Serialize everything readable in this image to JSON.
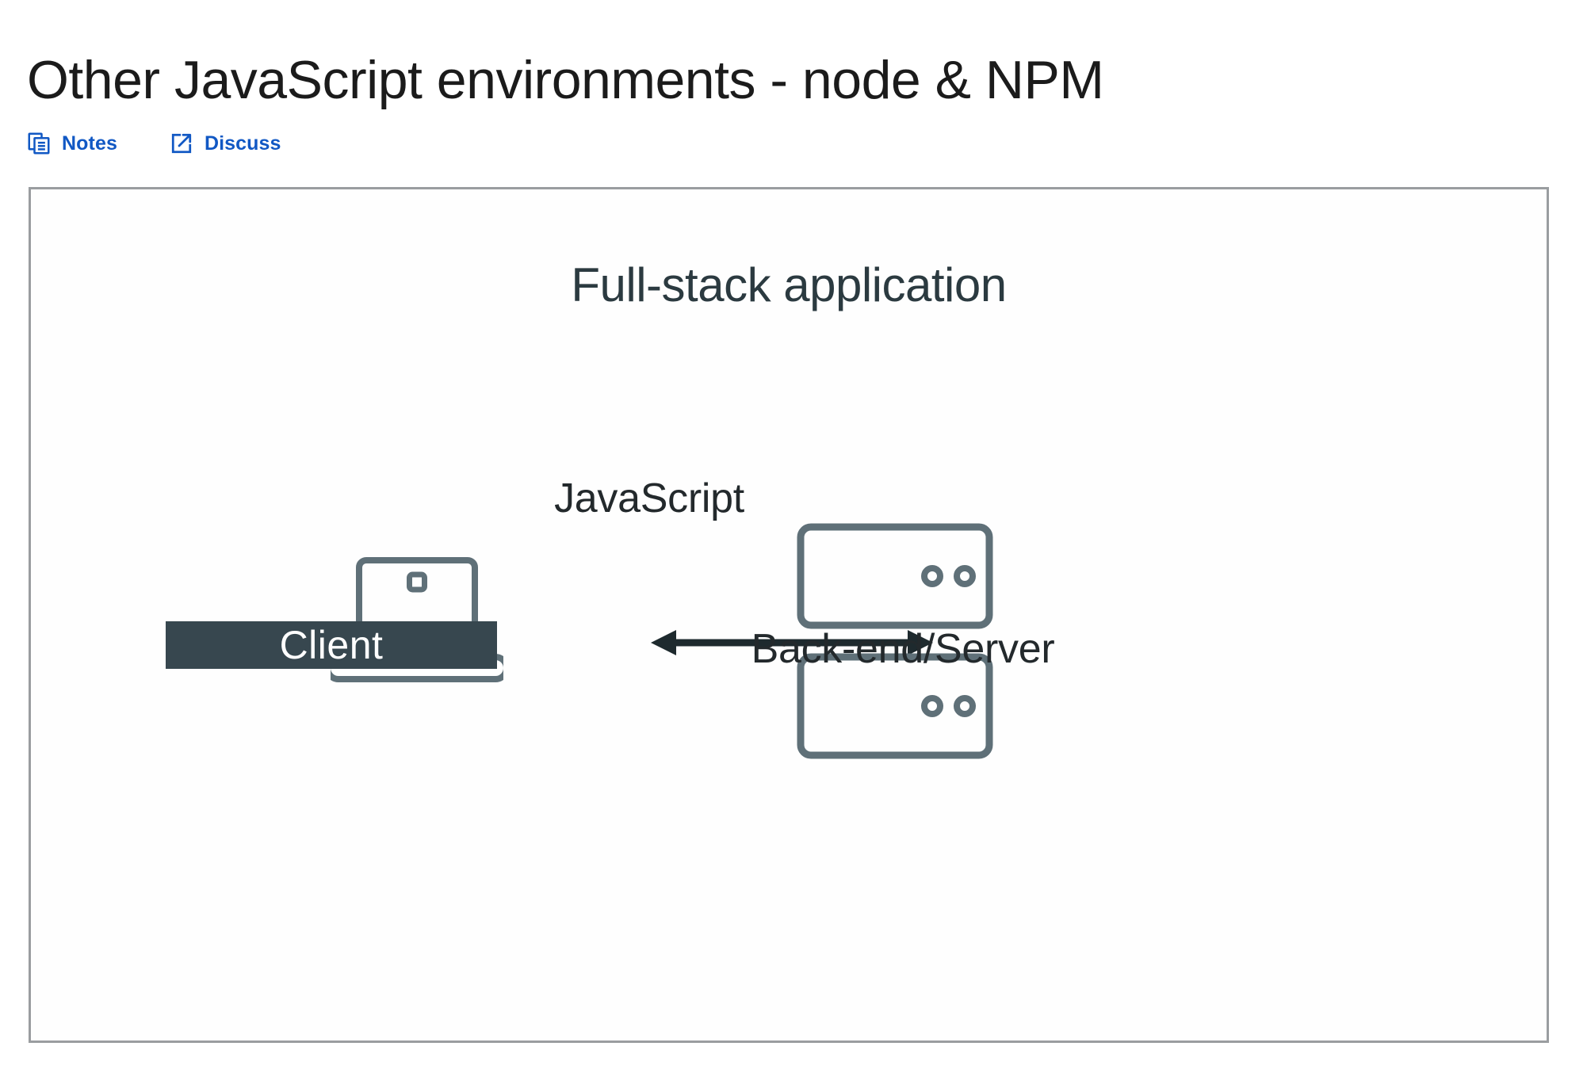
{
  "page": {
    "title": "Other JavaScript environments - node & NPM"
  },
  "actions": [
    {
      "label": "Notes",
      "icon": "notes-copy-icon"
    },
    {
      "label": "Discuss",
      "icon": "external-link-icon"
    }
  ],
  "slide": {
    "heading": "Full-stack application",
    "connection_label": "JavaScript",
    "connection_icon": "double-headed-arrow-icon",
    "nodes": [
      {
        "id": "client",
        "icon": "laptop-icon",
        "label": "Client",
        "label_style": "filled-box",
        "label_bg": "#37474f",
        "label_color": "#ffffff"
      },
      {
        "id": "server",
        "icon": "server-rack-icon",
        "label": "Back-end/Server",
        "label_style": "plain-text",
        "label_color": "#23292c"
      }
    ]
  },
  "colors": {
    "link_blue": "#1158c4",
    "icon_slate": "#5f7078",
    "text_dark": "#23292c",
    "heading_dark": "#2b3a40",
    "frame_border": "#9a9da0",
    "client_box": "#37474f",
    "page_title": "#1b1b1b",
    "background": "#ffffff"
  }
}
